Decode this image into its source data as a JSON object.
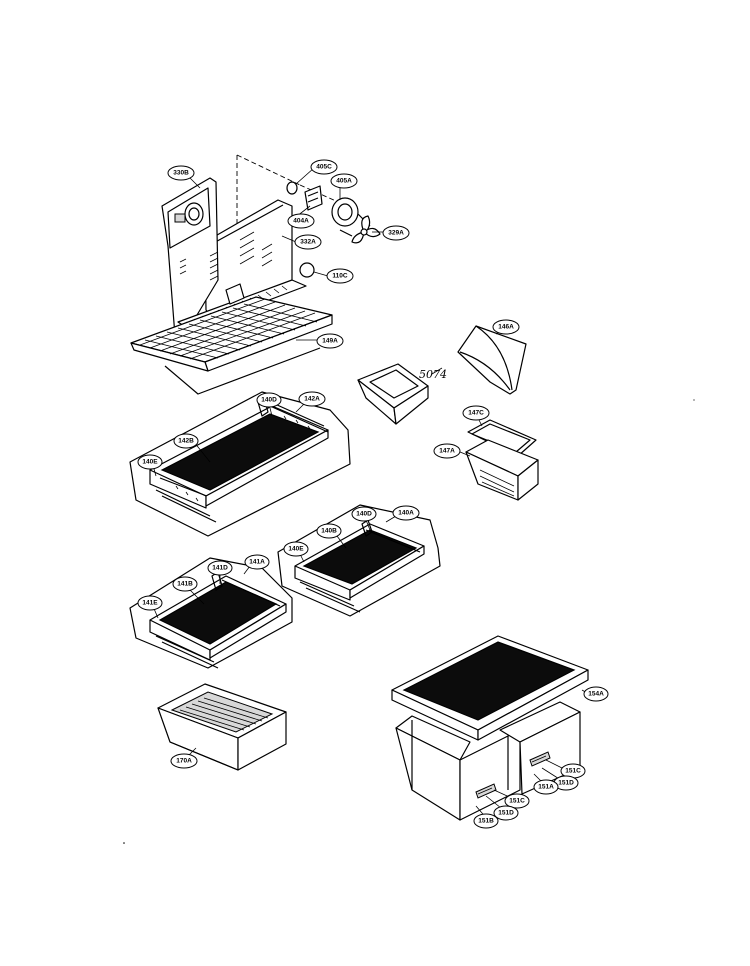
{
  "labels": {
    "l330b": "330B",
    "l405c": "405C",
    "l405a": "405A",
    "l404a": "404A",
    "l329a": "329A",
    "l332a": "332A",
    "l110c": "110C",
    "l149a": "149A",
    "l146a": "146A",
    "l147c": "147C",
    "l147a": "147A",
    "l140d_a": "140D",
    "l142a": "142A",
    "l142b": "142B",
    "l140e_a": "140E",
    "l140d_b": "140D",
    "l140a": "140A",
    "l140b": "140B",
    "l140e_b": "140E",
    "l141d": "141D",
    "l141a": "141A",
    "l141b": "141B",
    "l141e": "141E",
    "l170a": "170A",
    "l154a": "154A",
    "l151c_a": "151C",
    "l151d_a": "151D",
    "l151a": "151A",
    "l151c_b": "151C",
    "l151d_b": "151D",
    "l151b": "151B"
  },
  "handwritten": "5074"
}
